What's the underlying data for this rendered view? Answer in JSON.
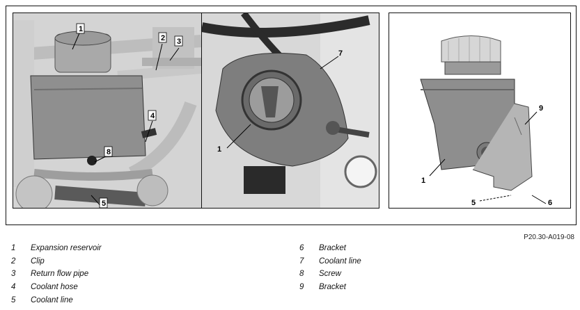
{
  "reference_code": "P20.30-A019-08",
  "callouts": {
    "panel1": [
      "1",
      "2",
      "3",
      "4",
      "8",
      "5"
    ],
    "panel2": [
      "7",
      "1"
    ],
    "panel3": [
      "9",
      "1",
      "5",
      "6"
    ]
  },
  "legend_left": [
    {
      "num": "1",
      "label": "Expansion reservoir"
    },
    {
      "num": "2",
      "label": "Clip"
    },
    {
      "num": "3",
      "label": "Return flow pipe"
    },
    {
      "num": "4",
      "label": "Coolant hose"
    },
    {
      "num": "5",
      "label": "Coolant line"
    }
  ],
  "legend_right": [
    {
      "num": "6",
      "label": "Bracket"
    },
    {
      "num": "7",
      "label": "Coolant line"
    },
    {
      "num": "8",
      "label": "Screw"
    },
    {
      "num": "9",
      "label": "Bracket"
    }
  ]
}
